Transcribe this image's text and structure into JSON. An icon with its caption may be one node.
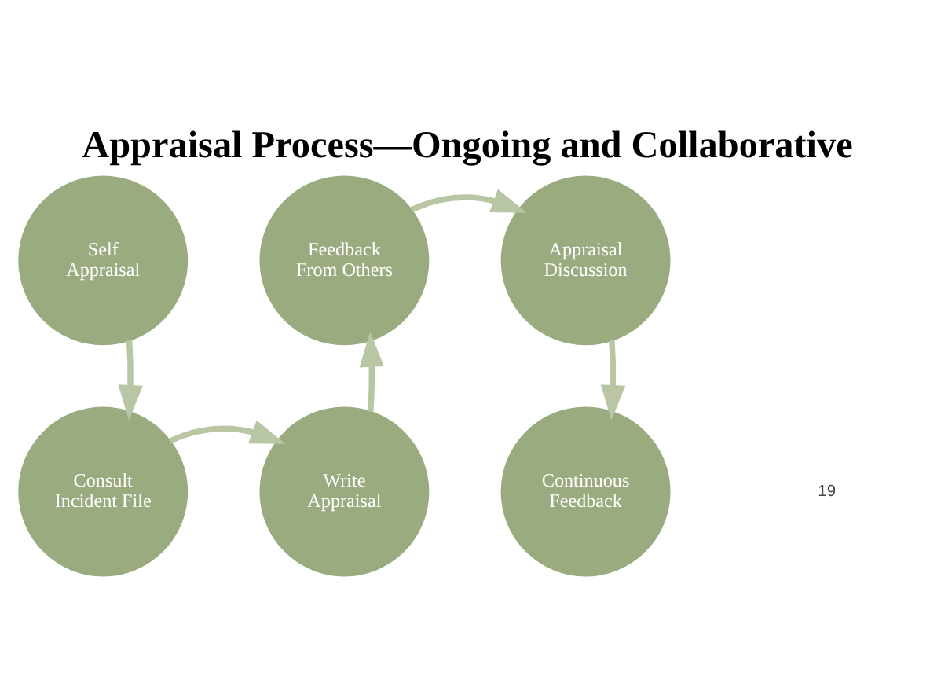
{
  "diagram": {
    "title": "Appraisal Process—Ongoing and Collaborative",
    "nodes": [
      {
        "text": [
          "Self Appraisal"
        ]
      },
      {
        "text": [
          "Feedback From Others"
        ]
      },
      {
        "text": [
          "Appraisal Discussion"
        ]
      },
      {
        "text": [
          "Consult Incident File"
        ]
      },
      {
        "text": [
          "Write Appraisal"
        ]
      },
      {
        "text": [
          "Continuous Feedback"
        ]
      }
    ],
    "edges": [
      {
        "from": 0,
        "to": 3,
        "arrow": "to"
      },
      {
        "from": 3,
        "to": 4,
        "arrow": "to"
      },
      {
        "from": 4,
        "to": 1,
        "arrow": "to"
      },
      {
        "from": 1,
        "to": 2,
        "arrow": "to"
      },
      {
        "from": 2,
        "to": 5,
        "arrow": "to"
      }
    ],
    "labels": [
      "19"
    ]
  }
}
